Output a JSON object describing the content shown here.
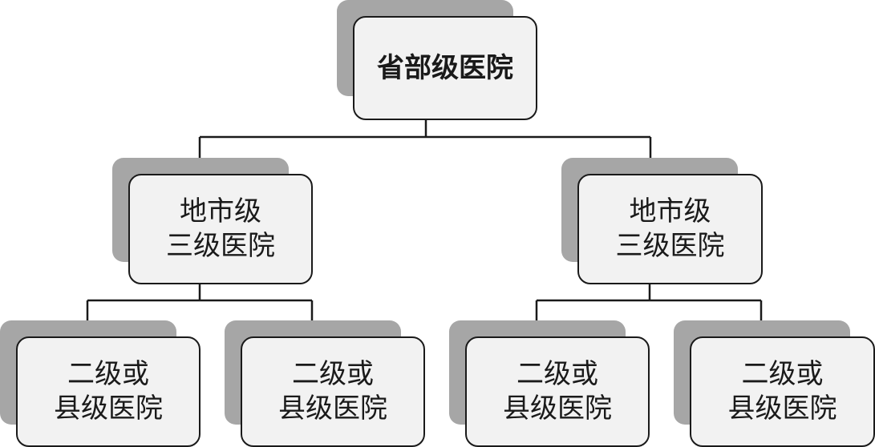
{
  "root": {
    "label": "省部级医院"
  },
  "level2": [
    {
      "line1": "地市级",
      "line2": "三级医院"
    },
    {
      "line1": "地市级",
      "line2": "三级医院"
    }
  ],
  "level3": [
    {
      "line1": "二级或",
      "line2": "县级医院"
    },
    {
      "line1": "二级或",
      "line2": "县级医院"
    },
    {
      "line1": "二级或",
      "line2": "县级医院"
    },
    {
      "line1": "二级或",
      "line2": "县级医院"
    }
  ],
  "colors": {
    "stroke": "#1a1a1a",
    "shadow": "#a6a6a6",
    "fill": "#f2f2f2"
  }
}
